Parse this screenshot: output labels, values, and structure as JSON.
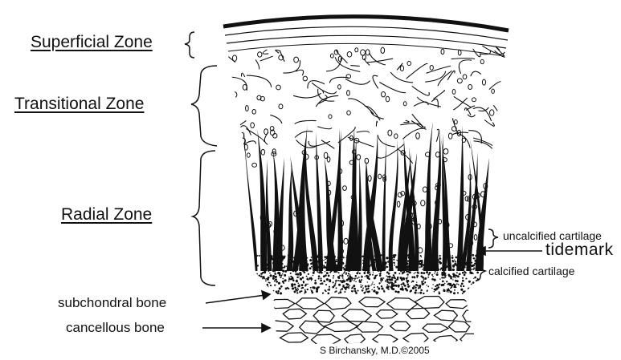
{
  "labels": {
    "superficial_zone": "Superficial Zone",
    "transitional_zone": "Transitional Zone",
    "radial_zone": "Radial Zone",
    "subchondral_bone": "subchondral bone",
    "cancellous_bone": "cancellous bone",
    "uncalcified_cartilage": "uncalcified cartilage",
    "tidemark": "tidemark",
    "calcified_cartilage": "calcified cartilage"
  },
  "credit": "S Birchansky, M.D.©2005",
  "colors": {
    "ink": "#111111",
    "background": "#ffffff"
  }
}
